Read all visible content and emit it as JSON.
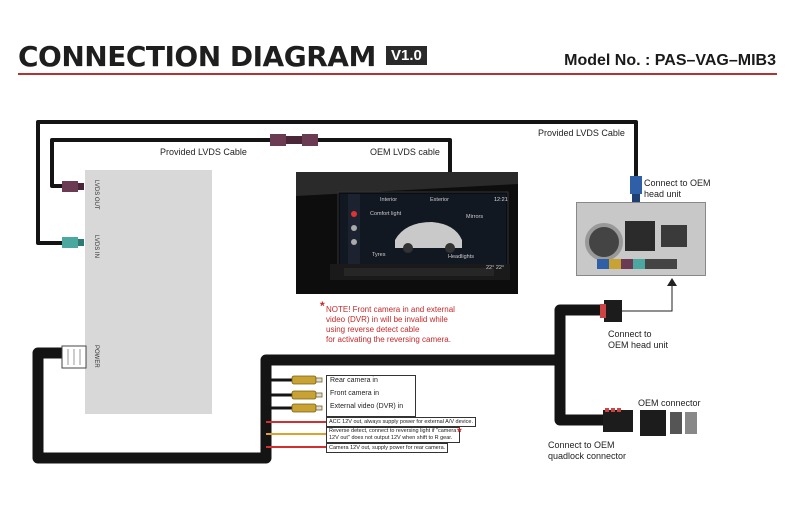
{
  "header": {
    "title": "CONNECTION DIAGRAM",
    "version": "V1.0",
    "model": "Model No. : PAS–VAG–MIB3"
  },
  "labels": {
    "provided_lvds_top": "Provided LVDS Cable",
    "provided_lvds_right": "Provided LVDS Cable",
    "oem_lvds": "OEM LVDS cable",
    "connect_head_unit_top": "Connect to OEM",
    "connect_head_unit_top2": "head unit",
    "connect_head_unit_mid": "Connect to",
    "connect_head_unit_mid2": "OEM head unit",
    "oem_connector": "OEM connector",
    "quadlock_1": "Connect to OEM",
    "quadlock_2": "quadlock connector",
    "port_lvds_out": "LVDS OUT",
    "port_lvds_in": "LVDS IN",
    "port_power": "POWER"
  },
  "rca": [
    {
      "label": "Rear camera in"
    },
    {
      "label": "Front camera in"
    },
    {
      "label": "External video (DVR) in"
    }
  ],
  "power_wires": [
    {
      "label": "ACC 12V out, always supply power for external A/V device.",
      "color": "#d32f2f"
    },
    {
      "label": "Reverse detect, connect to reversing light if \"camera 12V out\" does not output 12V when shift to R gear.",
      "color": "#e0a030"
    },
    {
      "label": "Camera 12V out, supply power for rear camera.",
      "color": "#d32f2f"
    }
  ],
  "note": {
    "star": "*",
    "lines": [
      "NOTE! Front camera in and external",
      "video (DVR) in will be invalid while",
      "using reverse detect cable",
      "for activating the reversing camera."
    ]
  },
  "screen": {
    "time": "12:21",
    "tab_a": "Interior",
    "tab_b": "Exterior",
    "item_1": "Comfort light",
    "item_2": "Mirrors",
    "item_3": "Tyres",
    "item_4": "Headlights",
    "temp": "22° 22°"
  },
  "colors": {
    "cable": "#141414",
    "fakra_purple": "#6b3b54",
    "fakra_teal": "#4aa8a0",
    "fakra_blue": "#2f5fa6",
    "rca_gold": "#c8a233",
    "accent_red": "#b2332f"
  }
}
